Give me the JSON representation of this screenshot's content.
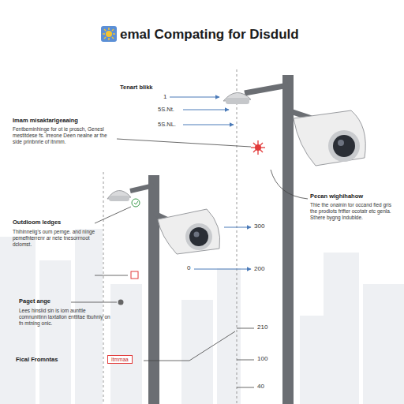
{
  "diagram": {
    "title": "emal Compating for Disduld",
    "nodes": [
      {
        "text": [
          "Itmmaa"
        ]
      }
    ],
    "labels": [
      "Tenart blikk",
      "1",
      "5S.Nt.",
      "5S.NL.",
      "Imam misaktarlgeaaing",
      "Fentbeminhinge for ot ie prosch, Genesl mestitdese fs. Irreone Deen nealne ar the side prinbnrle of itnmm.",
      "Pecan wighihahow",
      "Thie the onainin tor occand fied gris the prodiots frtfter ocotatr etc genla. Sthere bygng lndublde.",
      "Outdioom ledges",
      "Thihinnelig's oum pemge. and ninge pemefhterrenr ar nete tnesorrnoot dclomst.",
      "300",
      "0",
      "200",
      "Paget ange",
      "Lees hinslid sin is iom aunttle comnunitinn laxtallon enttitae tbuhniy on fn mtning onic.",
      "210",
      "Fical Fromntas",
      "100",
      "40"
    ]
  }
}
